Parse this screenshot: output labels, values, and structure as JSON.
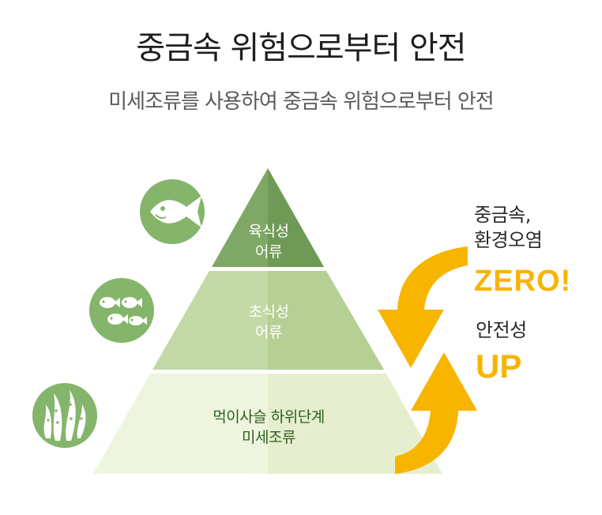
{
  "header": {
    "title": "중금속 위험으로부터 안전",
    "subtitle": "미세조류를 사용하여 중금속 위험으로부터 안전"
  },
  "pyramid": {
    "tiers": [
      {
        "line1": "육식성",
        "line2": "어류",
        "icon": "fish-icon"
      },
      {
        "line1": "초식성",
        "line2": "어류",
        "icon": "fish-school-icon"
      },
      {
        "line1": "먹이사슬 하위단계",
        "line2": "미세조류",
        "icon": "algae-icon"
      }
    ]
  },
  "callouts": {
    "heavy_metal_line1": "중금속,",
    "heavy_metal_line2": "환경오염",
    "zero": "ZERO!",
    "safety": "안전성",
    "up": "UP"
  },
  "colors": {
    "tier_top": "#7fa866",
    "tier_mid": "#c3d9a6",
    "tier_bottom": "#eef5df",
    "icon_circle": "#84b56b",
    "arrow": "#f8b500"
  }
}
